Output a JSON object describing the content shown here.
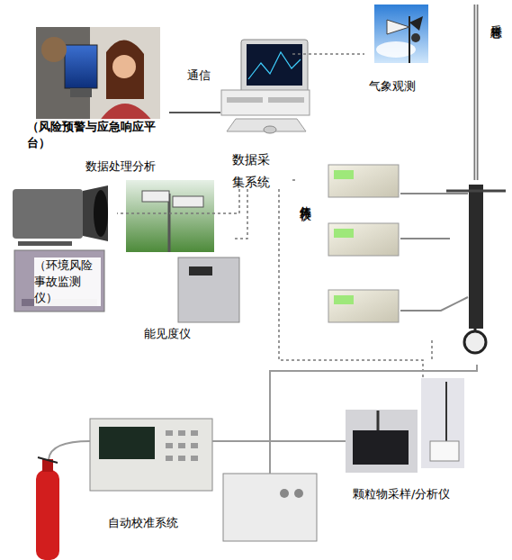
{
  "diagram": {
    "nodes": [
      {
        "text": [
          "（风险预警与应急响应平台）",
          "数据处理分析"
        ]
      },
      {
        "text": [
          "数据采集系统"
        ]
      },
      {
        "text": [
          "气象观测"
        ]
      },
      {
        "text": [
          "采样总管"
        ]
      },
      {
        "text": [
          "气体分析仪"
        ]
      },
      {
        "text": [
          "（环境风险事故监测仪）"
        ]
      },
      {
        "text": [
          "能见度仪"
        ]
      },
      {
        "text": [
          "颗粒物采样/分析仪"
        ]
      },
      {
        "text": [
          "自动校准系统"
        ]
      }
    ],
    "edges": [
      {
        "from": 0,
        "to": 1,
        "label": "通信",
        "arrow": "none"
      },
      {
        "from": 1,
        "to": 2,
        "arrow": "none"
      },
      {
        "from": 1,
        "to": 4,
        "arrow": "none"
      },
      {
        "from": 4,
        "to": 3,
        "arrow": "none"
      },
      {
        "from": 1,
        "to": 6,
        "arrow": "none"
      },
      {
        "from": 1,
        "to": 5,
        "arrow": "none"
      },
      {
        "from": 1,
        "to": 7,
        "arrow": "none"
      },
      {
        "from": 8,
        "to": 3,
        "arrow": "none"
      }
    ]
  }
}
